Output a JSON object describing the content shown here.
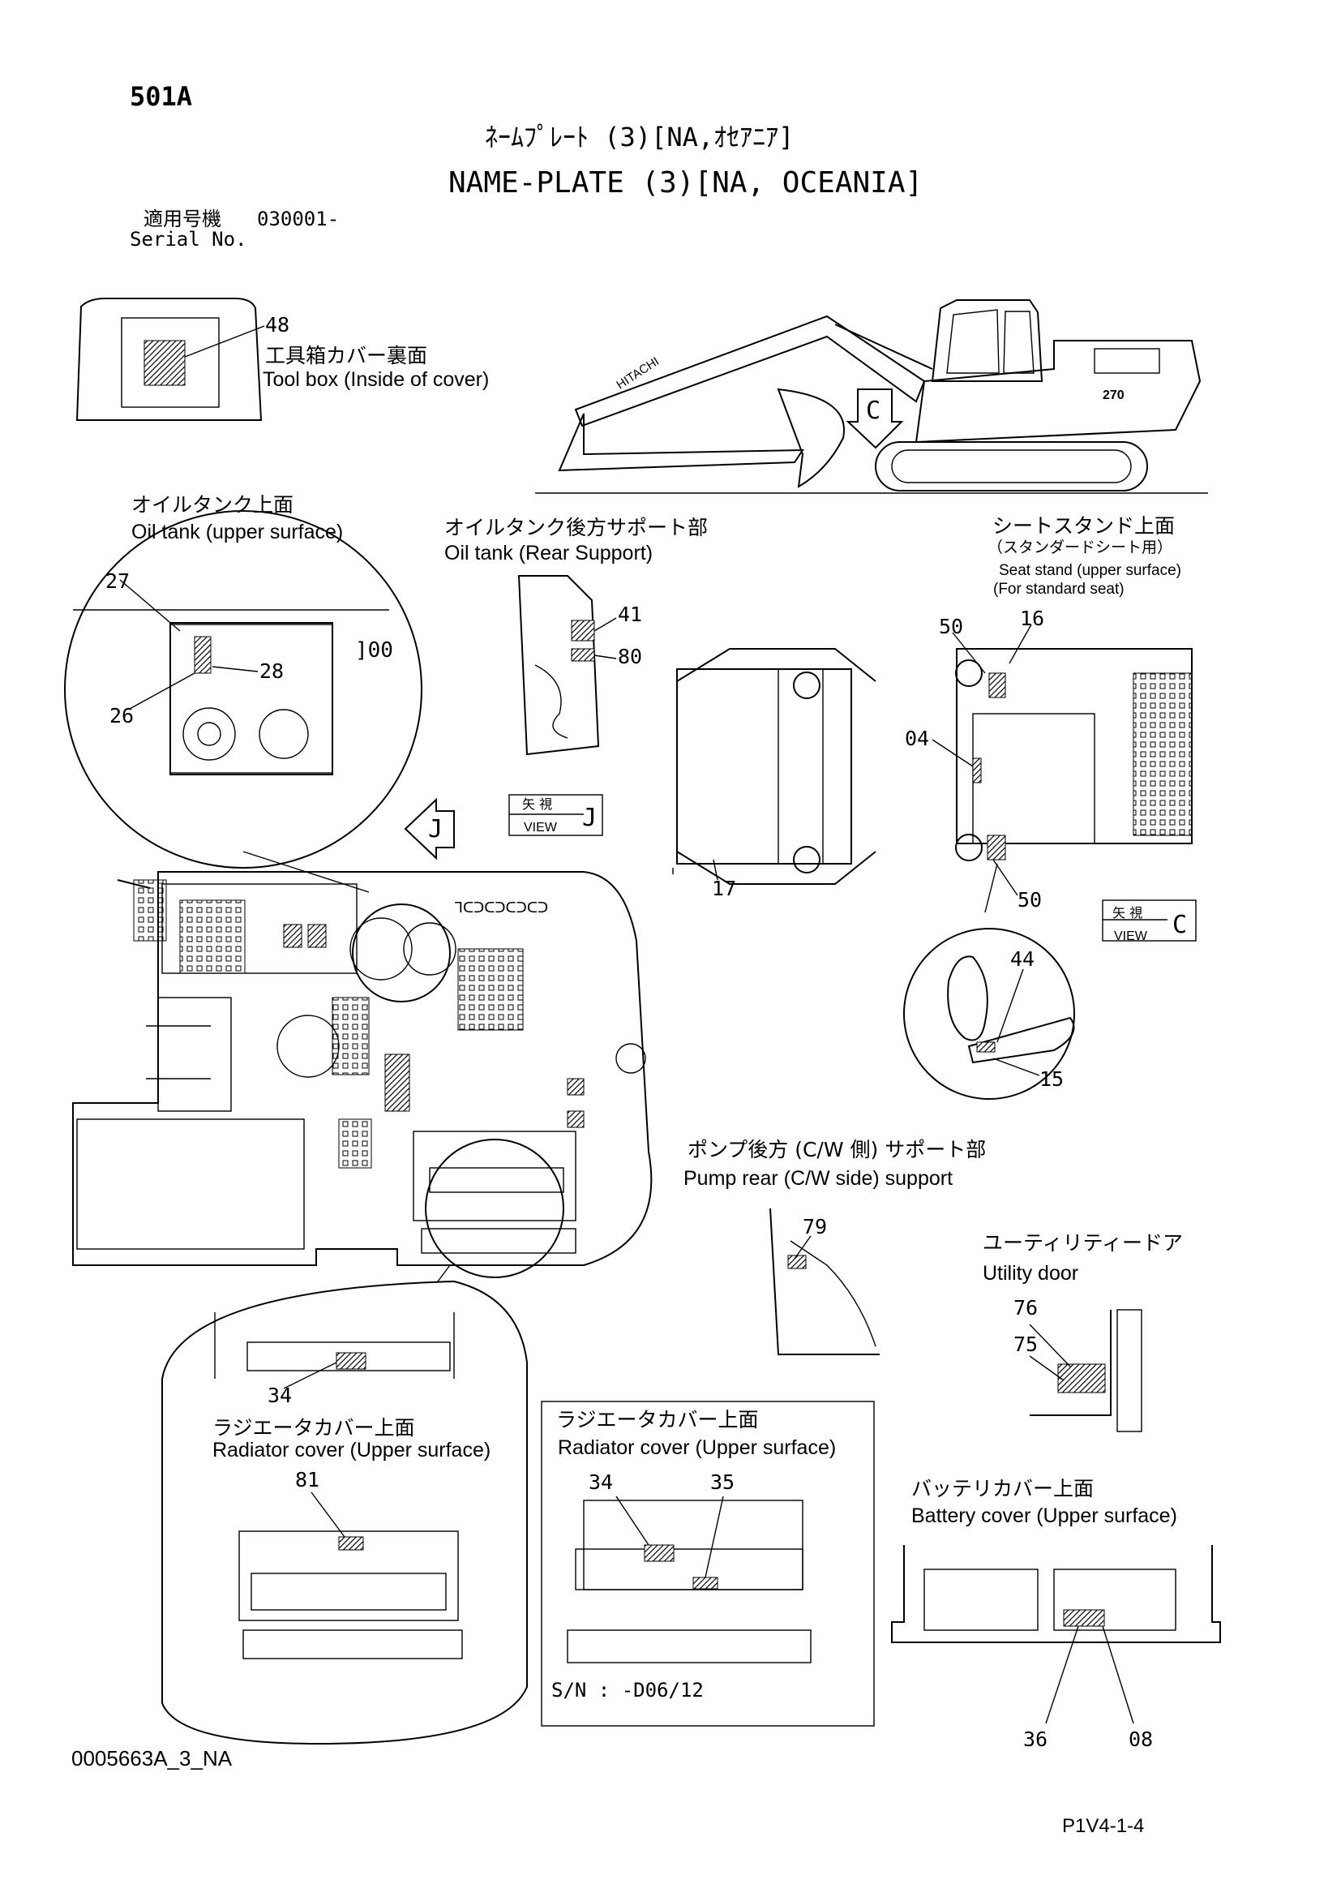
{
  "page": {
    "code": "501A",
    "title_jp": "ﾈｰﾑﾌﾟﾚｰﾄ (3)[NA,ｵｾｱﾆｱ]",
    "title_en": "NAME-PLATE (3)[NA, OCEANIA]",
    "serial_jp": "適用号機",
    "serial_value": "030001-",
    "serial_en": "Serial No.",
    "doc_id": "0005663A_3_NA",
    "page_ref": "P1V4-1-4",
    "sn_stamp": "S/N :  -D06/12"
  },
  "views": {
    "tool_box": {
      "jp": "工具箱カバー裏面",
      "en": "Tool box (Inside of cover)",
      "parts": [
        "48"
      ]
    },
    "oil_tank_upper": {
      "jp": "オイルタンク上面",
      "en": "Oil tank (upper surface)",
      "parts": [
        "27",
        "28",
        "26"
      ]
    },
    "oil_tank_rear": {
      "jp": "オイルタンク後方サポート部",
      "en": "Oil tank (Rear Support)",
      "parts": [
        "41",
        "80"
      ]
    },
    "seat_stand": {
      "jp": "シートスタンド上面",
      "jp2": "（スタンダードシート用）",
      "en": "Seat stand (upper surface)",
      "en2": "(For standard seat)",
      "parts": [
        "50",
        "16",
        "04",
        "50"
      ]
    },
    "view_j": {
      "jp": "矢 視",
      "en": "VIEW",
      "letter": "J",
      "part": "17"
    },
    "view_c": {
      "jp": "矢 視",
      "en": "VIEW",
      "letter": "C"
    },
    "lever": {
      "parts": [
        "44",
        "15"
      ]
    },
    "pump_rear": {
      "jp": "ポンプ後方 (C/W 側) サポート部",
      "en": "Pump rear (C/W side) support",
      "parts": [
        "79"
      ]
    },
    "utility_door": {
      "jp": "ユーティリティードア",
      "en": "Utility door",
      "parts": [
        "76",
        "75"
      ]
    },
    "radiator_a": {
      "jp": "ラジエータカバー上面",
      "en": "Radiator cover (Upper surface)",
      "parts": [
        "34"
      ]
    },
    "radiator_b": {
      "jp": "ラジエータカバー上面",
      "en": "Radiator cover (Upper surface)",
      "parts": [
        "81"
      ]
    },
    "radiator_c": {
      "jp": "ラジエータカバー上面",
      "en": "Radiator cover (Upper surface)",
      "parts": [
        "34",
        "35"
      ]
    },
    "battery": {
      "jp": "バッテリカバー上面",
      "en": "Battery cover (Upper surface)",
      "parts": [
        "36",
        "08"
      ]
    },
    "arrow_c": "C",
    "arrow_j": "J",
    "brand": "HITACHI",
    "model": "270"
  }
}
